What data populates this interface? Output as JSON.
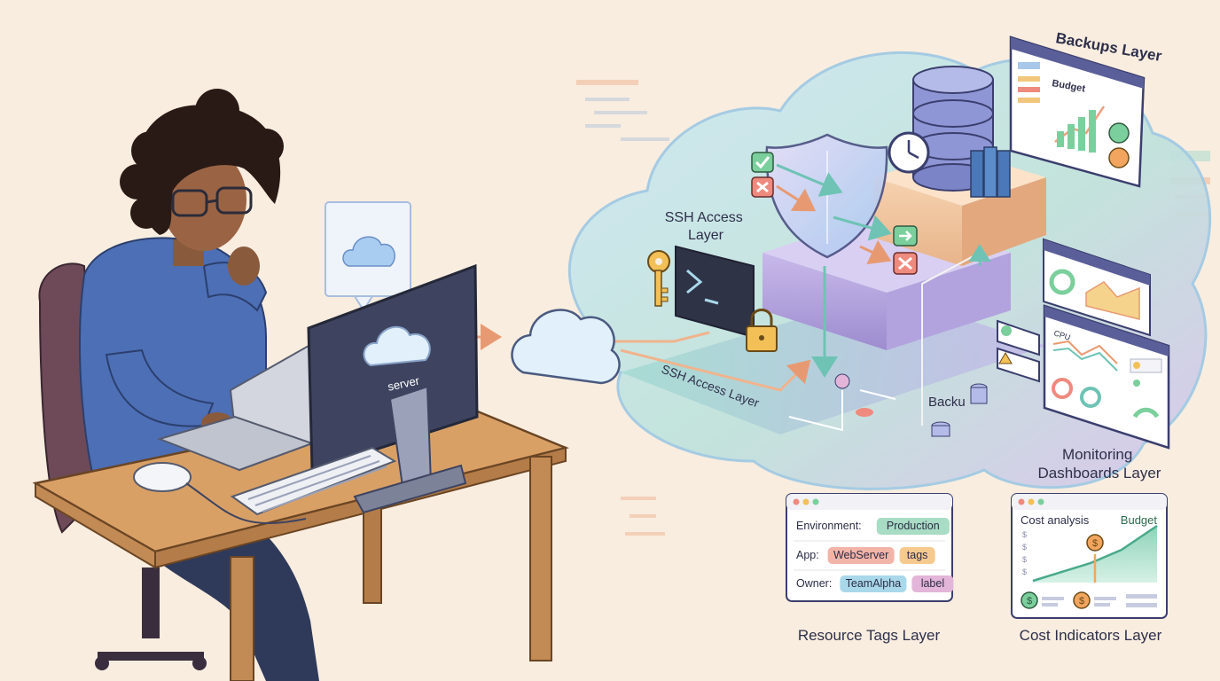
{
  "illustration": {
    "monitor_label": "server"
  },
  "layers": {
    "backups_title": "Backups Layer",
    "ssh_access_title": "SSH Access\nLayer",
    "ssh_access_path_label": "SSH Access Layer",
    "backup_node_label": "Backu",
    "monitoring_title": "Monitoring\nDashboards Layer",
    "resource_tags_title": "Resource Tags Layer",
    "cost_indicators_title": "Cost Indicators Layer"
  },
  "backups_panel": {
    "heading": "Budget"
  },
  "monitoring_panel": {
    "cpu_label": "CPU"
  },
  "resource_tags_panel": {
    "rows": [
      {
        "key": "Environment:",
        "tags": [
          "Production"
        ]
      },
      {
        "key": "App:",
        "tags": [
          "WebServer",
          "tags"
        ]
      },
      {
        "key": "Owner:",
        "tags": [
          "TeamAlpha",
          "label"
        ]
      }
    ]
  },
  "cost_panel": {
    "title": "Cost analysis",
    "budget_label": "Budget"
  },
  "colors": {
    "background": "#f8eddf",
    "hoodie": "#4d6fb5",
    "desk": "#d9a066",
    "cloud_fill": "#d8ecf5",
    "tag_green": "#a8dcc4",
    "tag_red": "#f3b4a8",
    "tag_orange": "#f6c98e",
    "tag_blue": "#a8d8ea",
    "tag_purple": "#e3b5d8"
  }
}
